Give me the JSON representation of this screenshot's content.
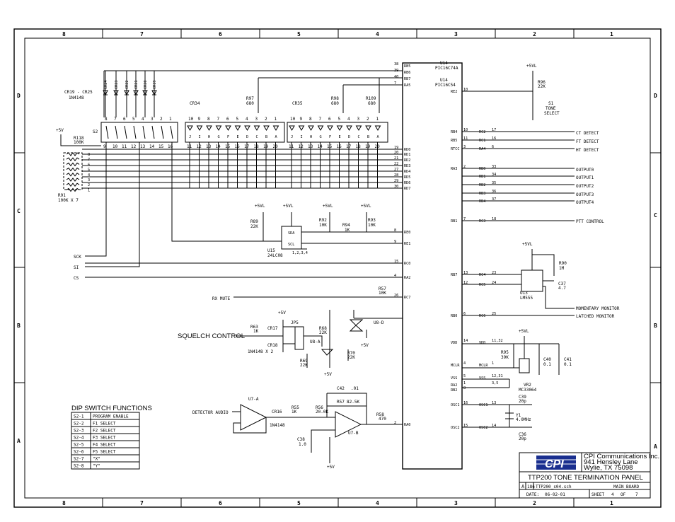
{
  "border": {
    "top_zones": [
      "8",
      "7",
      "6",
      "5",
      "4",
      "3",
      "2",
      "1"
    ],
    "bottom_zones": [
      "8",
      "7",
      "6",
      "5",
      "4",
      "3",
      "2",
      "1"
    ],
    "left_zones": [
      "D",
      "C",
      "B",
      "A"
    ],
    "right_zones": [
      "D",
      "C",
      "B",
      "A"
    ]
  },
  "parts": {
    "u14_ref": "U14",
    "u14_pn": "PIC16C74A",
    "u14_ref2": "U14",
    "u14_pn2": "PIC16C54",
    "cr19_25": "CR19 - CR25",
    "diode_pn": "1N4148",
    "cr_refs": [
      "CR24",
      "CR23",
      "CR22",
      "CR21",
      "CR20",
      "CR19"
    ],
    "s2": "S2",
    "r118": "R118",
    "r118_val": "100K",
    "plus5v": "+5V",
    "plus5vl": "+5VL",
    "r91": "R91",
    "r91_val": "100K X 7",
    "cr34": "CR34",
    "cr35": "CR35",
    "r97": "R97",
    "r98": "R98",
    "r109": "R109",
    "val680": "680",
    "r96": "R96",
    "r96_val": "22K",
    "s1": "S1",
    "s1_a": "TONE",
    "s1_b": "SELECT",
    "r89": "R89",
    "r92": "R92",
    "r93": "R93",
    "r94": "R94",
    "val22k": "22K",
    "val10k": "10K",
    "val1k": "1K",
    "u15": "U15",
    "u15_pn": "24LC08",
    "sda": "SDA",
    "scl": "SCL",
    "u15_pins": "1,2,3,4",
    "r57": "R57",
    "r57_val": "10K",
    "jp5": "JP5",
    "cr17": "CR17",
    "cr18": "CR18",
    "r63": "R63",
    "r68": "R68",
    "r69": "R69",
    "r70": "R70",
    "u8a": "U8-A",
    "u8d": "U8-D",
    "cr_x2": "1N4148 X 2",
    "u7a": "U7-A",
    "u7b": "U7-B",
    "cr16": "CR16",
    "r55": "R55",
    "r56": "R56",
    "r56_val": "20.0K",
    "c42": "C42",
    "c42_val": ".01",
    "r57b": "R57",
    "r57b_val": "82.5K",
    "r58": "R58",
    "r58_val": "470",
    "c38": "C38",
    "c38_val": "1.0",
    "r90": "R90",
    "r90_val": "1M",
    "c37": "C37",
    "c37_val": "4.7",
    "u13": "U13",
    "u13_pn": "LM555",
    "r95": "R95",
    "r95_val": "39K",
    "c40": "C40",
    "c41": "C41",
    "c_val": "0.1",
    "vr2": "VR2",
    "vr2_pn": "MC33064",
    "c39": "C39",
    "c39_val": "20p",
    "c36": "C36",
    "y1": "Y1",
    "y1_val": "4.0MHz"
  },
  "net_labels": {
    "sck": "SCK",
    "si": "SI",
    "cs": "CS",
    "rx_mute": "RX MUTE",
    "squelch": "SQUELCH CONTROL",
    "detector_audio": "DETECTOR AUDIO",
    "ct_detect": "CT DETECT",
    "ft_detect": "FT DETECT",
    "ht_detect": "HT DETECT",
    "output0": "OUTPUT0",
    "output1": "OUTPUT1",
    "output2": "OUTPUT2",
    "output3": "OUTPUT3",
    "output4": "OUTPUT4",
    "ptt": "PTT CONTROL",
    "mom_mon": "MOMENTARY MONITOR",
    "lat_mon": "LATCHED MONITOR"
  },
  "u14_left_pins": [
    {
      "num": "38",
      "name": "RB5"
    },
    {
      "num": "39",
      "name": "RB6"
    },
    {
      "num": "40",
      "name": "RB7"
    },
    {
      "num": "7",
      "name": "RA5"
    },
    {
      "num": "19",
      "name": "RD0"
    },
    {
      "num": "20",
      "name": "RD1"
    },
    {
      "num": "21",
      "name": "RD2"
    },
    {
      "num": "22",
      "name": "RD3"
    },
    {
      "num": "27",
      "name": "RD4"
    },
    {
      "num": "28",
      "name": "RD5"
    },
    {
      "num": "29",
      "name": "RD6"
    },
    {
      "num": "30",
      "name": "RD7"
    },
    {
      "num": "8",
      "name": "RE0"
    },
    {
      "num": "9",
      "name": "RE1"
    },
    {
      "num": "15",
      "name": "RC0"
    },
    {
      "num": "4",
      "name": "RA2"
    },
    {
      "num": "26",
      "name": "RC7"
    },
    {
      "num": "2",
      "name": "RA0"
    }
  ],
  "u14_right_pins": [
    {
      "inner": "RE2",
      "num": "10",
      "name": ""
    },
    {
      "inner": "RB4",
      "num": "10",
      "name": "RC2",
      "n2": "17"
    },
    {
      "inner": "RB5",
      "num": "11",
      "name": "RC1",
      "n2": "16"
    },
    {
      "inner": "RTCC",
      "num": "3",
      "name": "RA4",
      "n2": "6"
    },
    {
      "inner": "RA3",
      "num": "2",
      "name": "RB0",
      "n2": "33"
    },
    {
      "inner": "",
      "num": "",
      "name": "RB1",
      "n2": "34"
    },
    {
      "inner": "",
      "num": "",
      "name": "RB2",
      "n2": "35"
    },
    {
      "inner": "",
      "num": "",
      "name": "RB3",
      "n2": "36"
    },
    {
      "inner": "",
      "num": "",
      "name": "RB4",
      "n2": "37"
    },
    {
      "inner": "RB1",
      "num": "7",
      "name": "RC3",
      "n2": "18"
    },
    {
      "inner": "RB7",
      "num": "13",
      "name": "RC4",
      "n2": "23"
    },
    {
      "inner": "",
      "num": "12",
      "name": "RC5",
      "n2": "24"
    },
    {
      "inner": "RB0",
      "num": "6",
      "name": "RC6",
      "n2": "25"
    },
    {
      "inner": "VDD",
      "num": "14",
      "name": "VDD",
      "n2": "11,32"
    },
    {
      "inner": "MCLR",
      "num": "4",
      "name": "MCLR",
      "n2": "1"
    },
    {
      "inner": "VSS",
      "num": "5",
      "name": "VSS",
      "n2": "12,31"
    },
    {
      "inner": "RA2",
      "num": "1",
      "name": "",
      "n2": "3,5"
    },
    {
      "inner": "RB2",
      "num": "8",
      "name": "",
      "n2": ""
    },
    {
      "inner": "OSC1",
      "num": "16",
      "name": "OSC1",
      "n2": "13"
    },
    {
      "inner": "OSC2",
      "num": "15",
      "name": "OSC2",
      "n2": "14"
    }
  ],
  "dip_table": {
    "title": "DIP SWITCH FUNCTIONS",
    "rows": [
      {
        "sw": "S2-1",
        "fn": "PROGRAM ENABLE"
      },
      {
        "sw": "S2-2",
        "fn": "F1 SELECT"
      },
      {
        "sw": "S2-3",
        "fn": "F2 SELECT"
      },
      {
        "sw": "S2-4",
        "fn": "F3 SELECT"
      },
      {
        "sw": "S2-5",
        "fn": "F4 SELECT"
      },
      {
        "sw": "S2-6",
        "fn": "F5 SELECT"
      },
      {
        "sw": "S2-7",
        "fn": "\"X\""
      },
      {
        "sw": "S2-8",
        "fn": "\"Y\""
      }
    ]
  },
  "title_block": {
    "logo": "CPI",
    "company": "CPI Communications Inc.",
    "address1": "941 Hensley Lane",
    "address2": "Wylie, TX 75098",
    "title": "TTP200 TONE TERMINATION PANEL",
    "size": "A",
    "number": "186",
    "file": "TTP200_s04.sch",
    "board": "MAIN BOARD",
    "date_label": "DATE:",
    "date": "06-02-01",
    "sheet_label": "SHEET",
    "sheet": "4",
    "of_label": "OF",
    "of": "7"
  }
}
